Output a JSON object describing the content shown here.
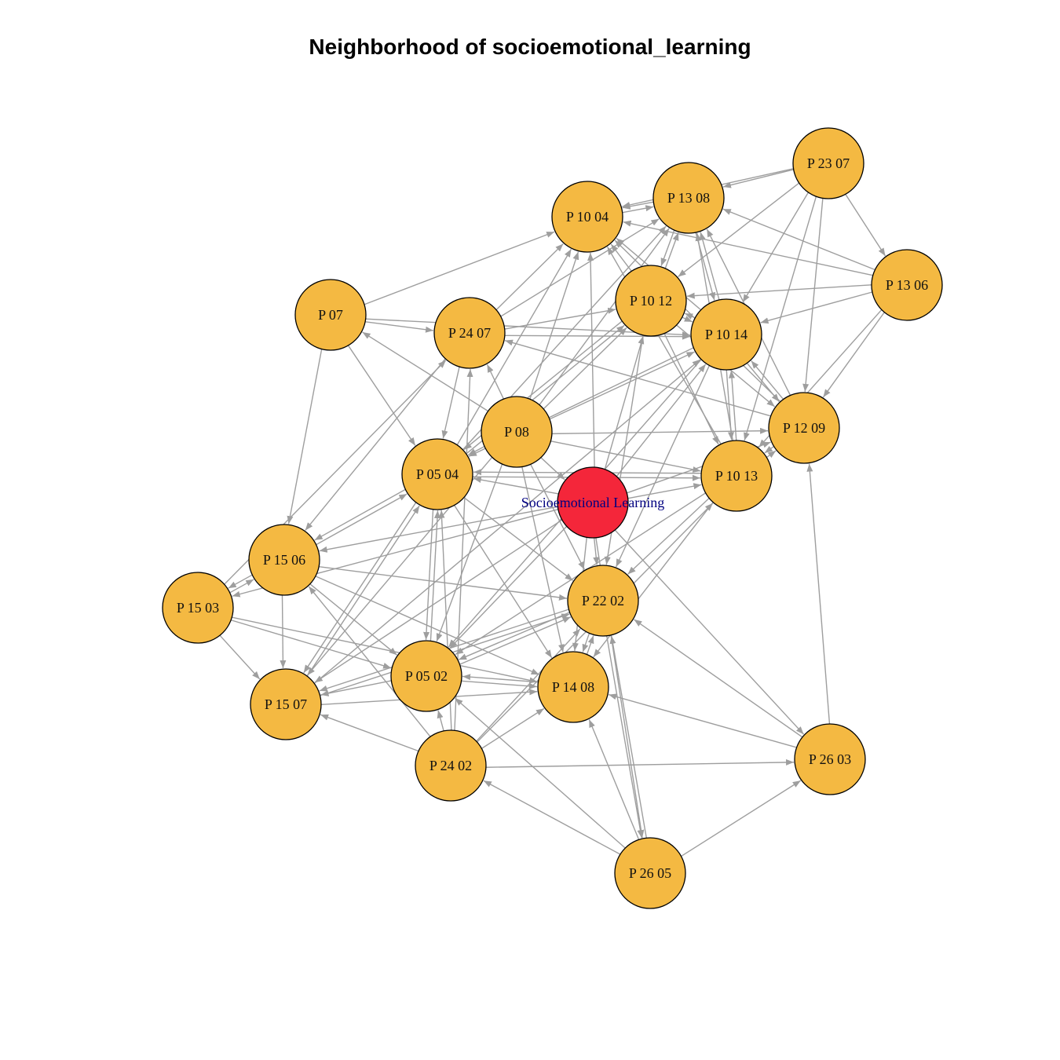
{
  "title": "Neighborhood of socioemotional_learning",
  "colors": {
    "node_fill": "#f4b942",
    "focus_fill": "#f4263a",
    "node_stroke": "#000000",
    "edge": "#9e9e9e",
    "focus_label": "#000080"
  },
  "focus_node": "SEL",
  "nodes": [
    {
      "id": "SEL",
      "label": "Socioemotional Learning"
    },
    {
      "id": "P1023",
      "label": "P 23 07"
    },
    {
      "id": "P1308",
      "label": "P 13 08"
    },
    {
      "id": "P1004",
      "label": "P 10 04"
    },
    {
      "id": "P1306",
      "label": "P 13 06"
    },
    {
      "id": "P1012",
      "label": "P 10 12"
    },
    {
      "id": "P07",
      "label": "P 07"
    },
    {
      "id": "P2407",
      "label": "P 24 07"
    },
    {
      "id": "P1014",
      "label": "P 10 14"
    },
    {
      "id": "P1209",
      "label": "P 12 09"
    },
    {
      "id": "P08",
      "label": "P 08"
    },
    {
      "id": "P0504",
      "label": "P 05 04"
    },
    {
      "id": "P1013",
      "label": "P 10 13"
    },
    {
      "id": "P1506",
      "label": "P 15 06"
    },
    {
      "id": "P1503",
      "label": "P 15 03"
    },
    {
      "id": "P2202",
      "label": "P 22 02"
    },
    {
      "id": "P0502",
      "label": "P 05 02"
    },
    {
      "id": "P1408",
      "label": "P 14 08"
    },
    {
      "id": "P1507",
      "label": "P 15 07"
    },
    {
      "id": "P2402",
      "label": "P 24 02"
    },
    {
      "id": "P2603",
      "label": "P 26 03"
    },
    {
      "id": "P2605",
      "label": "P 26 05"
    }
  ],
  "edges": [
    [
      "SEL",
      "P1004"
    ],
    [
      "SEL",
      "P1012"
    ],
    [
      "SEL",
      "P1014"
    ],
    [
      "SEL",
      "P1209"
    ],
    [
      "SEL",
      "P1013"
    ],
    [
      "SEL",
      "P0504"
    ],
    [
      "SEL",
      "P1506"
    ],
    [
      "SEL",
      "P2202"
    ],
    [
      "SEL",
      "P0502"
    ],
    [
      "SEL",
      "P1408"
    ],
    [
      "SEL",
      "P1507"
    ],
    [
      "SEL",
      "P2603"
    ],
    [
      "SEL",
      "P2605"
    ],
    [
      "SEL",
      "P1503"
    ],
    [
      "P08",
      "SEL"
    ],
    [
      "P08",
      "P1004"
    ],
    [
      "P08",
      "P1308"
    ],
    [
      "P08",
      "P1012"
    ],
    [
      "P08",
      "P1014"
    ],
    [
      "P08",
      "P1209"
    ],
    [
      "P08",
      "P1013"
    ],
    [
      "P08",
      "P0504"
    ],
    [
      "P08",
      "P2407"
    ],
    [
      "P08",
      "P2202"
    ],
    [
      "P08",
      "P0502"
    ],
    [
      "P08",
      "P1408"
    ],
    [
      "P08",
      "P07"
    ],
    [
      "P08",
      "P1507"
    ],
    [
      "P1023",
      "P1308"
    ],
    [
      "P1023",
      "P1004"
    ],
    [
      "P1023",
      "P1306"
    ],
    [
      "P1023",
      "P1012"
    ],
    [
      "P1023",
      "P1014"
    ],
    [
      "P1023",
      "P1209"
    ],
    [
      "P1023",
      "P1013"
    ],
    [
      "P1306",
      "P1308"
    ],
    [
      "P1306",
      "P1004"
    ],
    [
      "P1306",
      "P1012"
    ],
    [
      "P1306",
      "P1014"
    ],
    [
      "P1306",
      "P1209"
    ],
    [
      "P1306",
      "P1013"
    ],
    [
      "P07",
      "P1004"
    ],
    [
      "P07",
      "P2407"
    ],
    [
      "P07",
      "P1014"
    ],
    [
      "P07",
      "P0504"
    ],
    [
      "P07",
      "P1506"
    ],
    [
      "P2407",
      "P1004"
    ],
    [
      "P2407",
      "P1308"
    ],
    [
      "P2407",
      "P1012"
    ],
    [
      "P2407",
      "P1014"
    ],
    [
      "P2407",
      "P1506"
    ],
    [
      "P2407",
      "P0504"
    ],
    [
      "P1012",
      "P1004"
    ],
    [
      "P1012",
      "P1308"
    ],
    [
      "P1012",
      "P1014"
    ],
    [
      "P1012",
      "P1013"
    ],
    [
      "P1012",
      "P1209"
    ],
    [
      "P1012",
      "P0504"
    ],
    [
      "P1012",
      "P2202"
    ],
    [
      "P1014",
      "P1004"
    ],
    [
      "P1014",
      "P1308"
    ],
    [
      "P1014",
      "P1012"
    ],
    [
      "P1014",
      "P1209"
    ],
    [
      "P1014",
      "P1013"
    ],
    [
      "P1014",
      "P0504"
    ],
    [
      "P1014",
      "P2202"
    ],
    [
      "P1014",
      "P0502"
    ],
    [
      "P1209",
      "P1004"
    ],
    [
      "P1209",
      "P1308"
    ],
    [
      "P1209",
      "P1014"
    ],
    [
      "P1209",
      "P2407"
    ],
    [
      "P1209",
      "P1013"
    ],
    [
      "P1013",
      "P1004"
    ],
    [
      "P1013",
      "P1308"
    ],
    [
      "P1013",
      "P1014"
    ],
    [
      "P1013",
      "P1209"
    ],
    [
      "P1013",
      "P2202"
    ],
    [
      "P1013",
      "P1408"
    ],
    [
      "P1013",
      "P0502"
    ],
    [
      "P1013",
      "P0504"
    ],
    [
      "P0504",
      "P1004"
    ],
    [
      "P0504",
      "P1308"
    ],
    [
      "P0504",
      "P1012"
    ],
    [
      "P0504",
      "P1506"
    ],
    [
      "P0504",
      "P2202"
    ],
    [
      "P0504",
      "P0502"
    ],
    [
      "P0504",
      "P1408"
    ],
    [
      "P0504",
      "P1013"
    ],
    [
      "P0504",
      "P1507"
    ],
    [
      "P1506",
      "P1503"
    ],
    [
      "P1506",
      "P0504"
    ],
    [
      "P1506",
      "P2202"
    ],
    [
      "P1506",
      "P0502"
    ],
    [
      "P1506",
      "P1408"
    ],
    [
      "P1506",
      "P1507"
    ],
    [
      "P1503",
      "P1506"
    ],
    [
      "P1503",
      "P0502"
    ],
    [
      "P1503",
      "P1507"
    ],
    [
      "P1503",
      "P1408"
    ],
    [
      "P1503",
      "P2407"
    ],
    [
      "P2202",
      "P1408"
    ],
    [
      "P2202",
      "P0502"
    ],
    [
      "P2202",
      "P2605"
    ],
    [
      "P2202",
      "P1507"
    ],
    [
      "P0502",
      "P1408"
    ],
    [
      "P0502",
      "P2202"
    ],
    [
      "P0502",
      "P1507"
    ],
    [
      "P0502",
      "P0504"
    ],
    [
      "P1408",
      "P0502"
    ],
    [
      "P1408",
      "P2202"
    ],
    [
      "P1507",
      "P2202"
    ],
    [
      "P1507",
      "P0504"
    ],
    [
      "P1507",
      "P1408"
    ],
    [
      "P1507",
      "P1014"
    ],
    [
      "P2402",
      "P1507"
    ],
    [
      "P2402",
      "P1506"
    ],
    [
      "P2402",
      "P0504"
    ],
    [
      "P2402",
      "P0502"
    ],
    [
      "P2402",
      "P1408"
    ],
    [
      "P2402",
      "P2603"
    ],
    [
      "P2402",
      "P2202"
    ],
    [
      "P2402",
      "P1013"
    ],
    [
      "P2402",
      "P2407"
    ],
    [
      "P2603",
      "P1209"
    ],
    [
      "P2603",
      "P1408"
    ],
    [
      "P2603",
      "P2202"
    ],
    [
      "P2605",
      "P2402"
    ],
    [
      "P2605",
      "P0502"
    ],
    [
      "P2605",
      "P2603"
    ],
    [
      "P2605",
      "P1408"
    ],
    [
      "P2605",
      "P2202"
    ],
    [
      "P1308",
      "P1004"
    ],
    [
      "P1004",
      "P1308"
    ],
    [
      "P1308",
      "P1014"
    ],
    [
      "P1308",
      "P1012"
    ]
  ]
}
